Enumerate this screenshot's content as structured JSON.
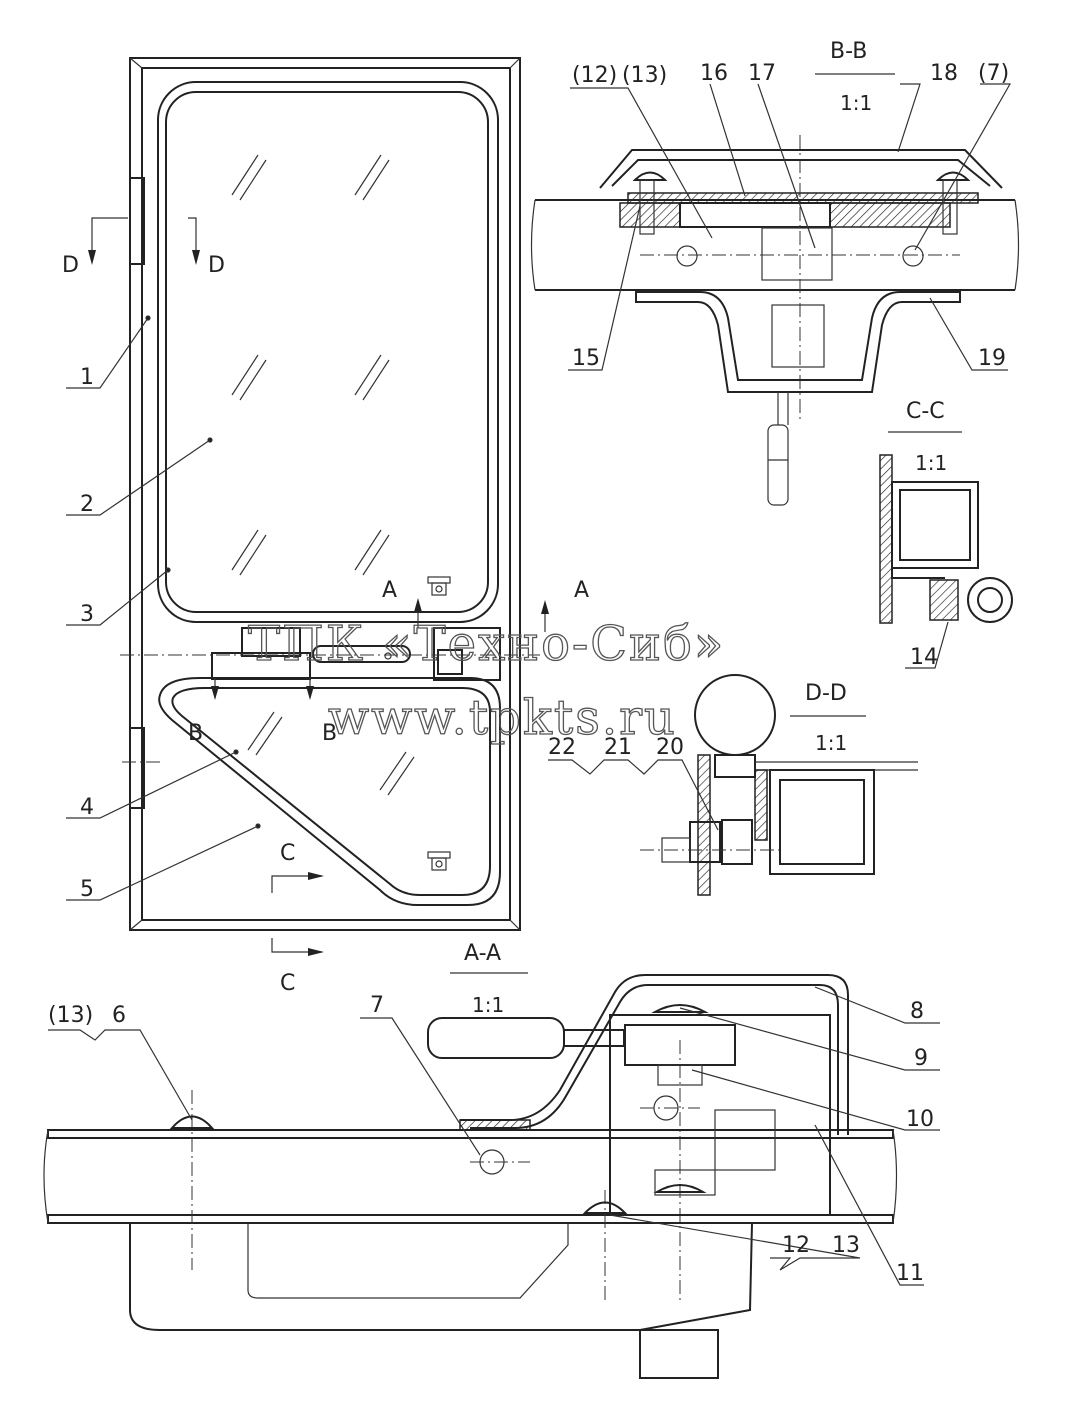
{
  "drawing": {
    "callouts": {
      "c1": "1",
      "c2": "2",
      "c3": "3",
      "c4": "4",
      "c5": "5",
      "c6": "6",
      "c6ref": "(13)",
      "c7": "7",
      "c8": "8",
      "c9": "9",
      "c10": "10",
      "c11": "11",
      "c12": "12",
      "c13": "13",
      "c14": "14",
      "c15": "15",
      "c16": "16",
      "c17": "17",
      "c18": "18",
      "c19": "19",
      "c20": "20",
      "c21": "21",
      "c22": "22",
      "bb_ref12": "(12)",
      "bb_ref13": "(13)",
      "bb_ref7": "(7)"
    },
    "section_markers": {
      "d_left": "D",
      "d_right": "D",
      "a_left": "A",
      "a_right": "A",
      "b_left": "B",
      "b_right": "B",
      "c_top": "C",
      "c_bottom": "C"
    },
    "section_titles": {
      "bb": "B-B",
      "bb_scale": "1:1",
      "cc": "C-C",
      "cc_scale": "1:1",
      "dd": "D-D",
      "dd_scale": "1:1",
      "aa": "A-A",
      "aa_scale": "1:1"
    },
    "watermark": {
      "line1": "ТПК «Техно-Сиб»",
      "line2": "www.tpkts.ru"
    }
  }
}
